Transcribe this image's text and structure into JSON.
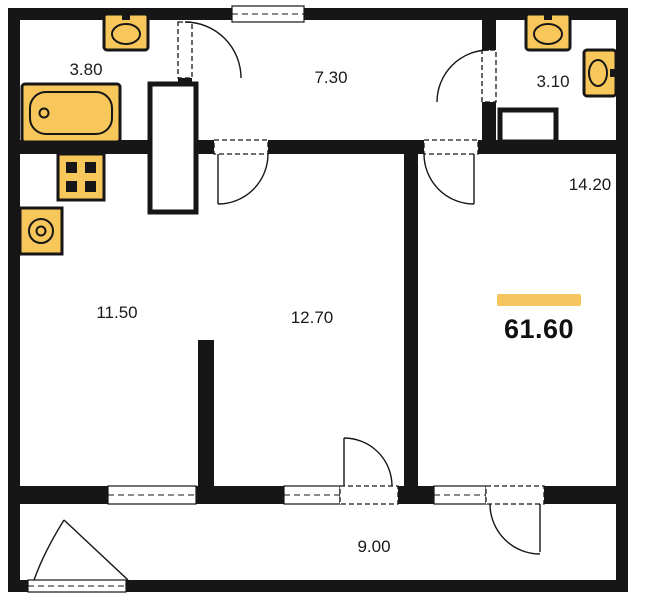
{
  "plan": {
    "rooms": {
      "bathroom": "3.80",
      "hallway": "7.30",
      "wc": "3.10",
      "bedroom": "14.20",
      "kitchen": "11.50",
      "living_room": "12.70",
      "balcony": "9.00"
    },
    "total_area": "61.60",
    "accent_color": "#F5C55F",
    "accent_bar_style": "background:#F5C55F",
    "wall_color": "#161616",
    "fixture_color": "#F8C75B"
  }
}
